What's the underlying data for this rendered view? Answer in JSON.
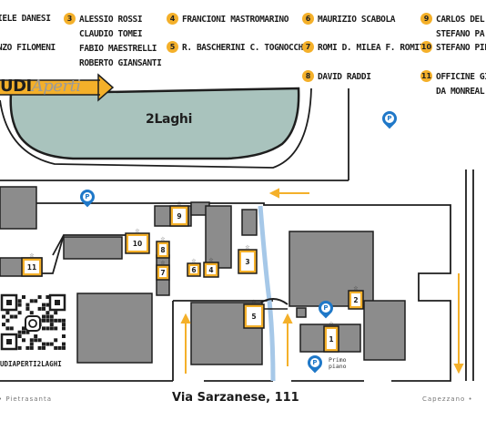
{
  "legend": [
    {
      "number": "",
      "lines": [
        "IELE DANESI"
      ]
    },
    {
      "number": "",
      "lines": [
        "NZO FILOMENI"
      ]
    },
    {
      "number": "3",
      "lines": [
        "ALESSIO ROSSI",
        "CLAUDIO TOMEI",
        "FABIO MAESTRELLI",
        "ROBERTO GIANSANTI"
      ]
    },
    {
      "number": "4",
      "lines": [
        "FRANCIONI MASTROMARINO"
      ]
    },
    {
      "number": "5",
      "lines": [
        "R. BASCHERINI C. TOGNOCCHI"
      ]
    },
    {
      "number": "6",
      "lines": [
        "MAURIZIO SCABOLA"
      ]
    },
    {
      "number": "7",
      "lines": [
        "ROMI D. MILEA F. ROMITI"
      ]
    },
    {
      "number": "8",
      "lines": [
        "DAVID RADDI"
      ]
    },
    {
      "number": "9",
      "lines": [
        "CARLOS DEL",
        "STEFANO PA"
      ]
    },
    {
      "number": "10",
      "lines": [
        "STEFANO PIE"
      ]
    },
    {
      "number": "11",
      "lines": [
        "OFFICINE GIO",
        "DA MONREAL"
      ]
    }
  ],
  "logo": {
    "part1": "UDI",
    "part2": "Aperti"
  },
  "lake_label": "2Laghi",
  "street_label": "Via Sarzanese, 111",
  "town_left": "• Pietrasanta",
  "town_right": "Capezzano •",
  "social_handle": "UDIAPERTI2LAGHI",
  "primo_piano": [
    "Primo",
    "piano"
  ],
  "parking_symbol": "P",
  "studios": [
    {
      "id": "1",
      "label": "1"
    },
    {
      "id": "2",
      "label": "2"
    },
    {
      "id": "3",
      "label": "3"
    },
    {
      "id": "4",
      "label": "4"
    },
    {
      "id": "5",
      "label": "5"
    },
    {
      "id": "6",
      "label": "6"
    },
    {
      "id": "7",
      "label": "7"
    },
    {
      "id": "8",
      "label": "8"
    },
    {
      "id": "9",
      "label": "9"
    },
    {
      "id": "10",
      "label": "10"
    },
    {
      "id": "11",
      "label": "11"
    }
  ],
  "colors": {
    "accent": "#f4b02a",
    "building": "#8c8c8c",
    "lake": "#a9c3bd",
    "river": "#a6c8e8",
    "parking": "#1f78c8"
  }
}
